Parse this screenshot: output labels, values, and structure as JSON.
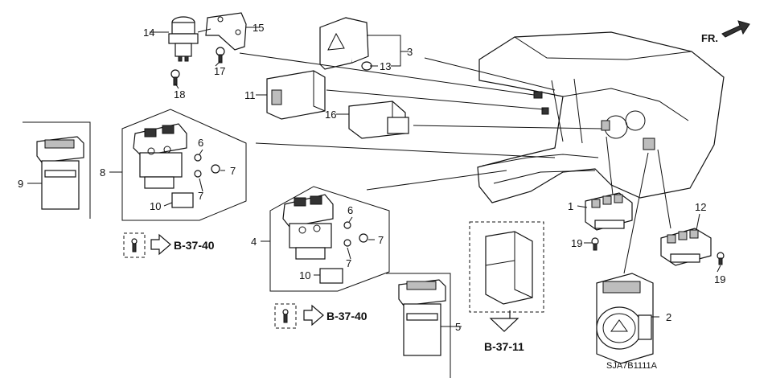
{
  "diagram": {
    "callouts": {
      "c1": "1",
      "c2": "2",
      "c3": "3",
      "c4": "4",
      "c5": "5",
      "c6a": "6",
      "c6b": "6",
      "c7a": "7",
      "c7b": "7",
      "c7c": "7",
      "c7d": "7",
      "c8": "8",
      "c9": "9",
      "c10a": "10",
      "c10b": "10",
      "c11": "11",
      "c12": "12",
      "c13": "13",
      "c14": "14",
      "c15": "15",
      "c16": "16",
      "c17": "17",
      "c18": "18",
      "c19a": "19",
      "c19b": "19"
    },
    "refs": {
      "ref_left": "B-37-40",
      "ref_mid": "B-37-40",
      "ref_right": "B-37-11"
    },
    "front_label": "FR.",
    "diagram_code": "SJA7B1111A"
  }
}
